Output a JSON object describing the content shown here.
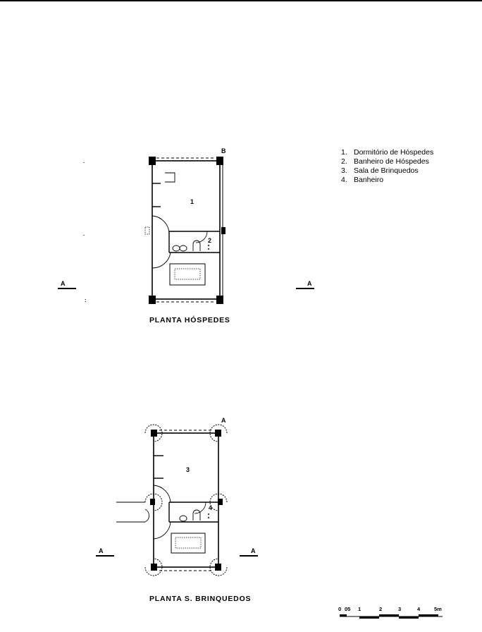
{
  "legend": [
    {
      "num": "1.",
      "label": "Dormitório de Hóspedes"
    },
    {
      "num": "2.",
      "label": "Banheiro de Hóspedes"
    },
    {
      "num": "3.",
      "label": "Sala de Brinquedos"
    },
    {
      "num": "4.",
      "label": "Banheiro"
    }
  ],
  "plans": {
    "upper": {
      "title": "PLANTA HÓSPEDES",
      "section_mark": "B",
      "cut_left": "A",
      "cut_right": "A",
      "room_big": "1",
      "room_small": "2"
    },
    "lower": {
      "title": "PLANTA S. BRINQUEDOS",
      "section_mark": "A",
      "cut_left": "A",
      "cut_right": "A",
      "room_big": "3",
      "room_small": "4"
    }
  },
  "scale_bar": {
    "ticks": [
      "0",
      "05",
      "1",
      "2",
      "3",
      "4",
      "5m"
    ]
  }
}
